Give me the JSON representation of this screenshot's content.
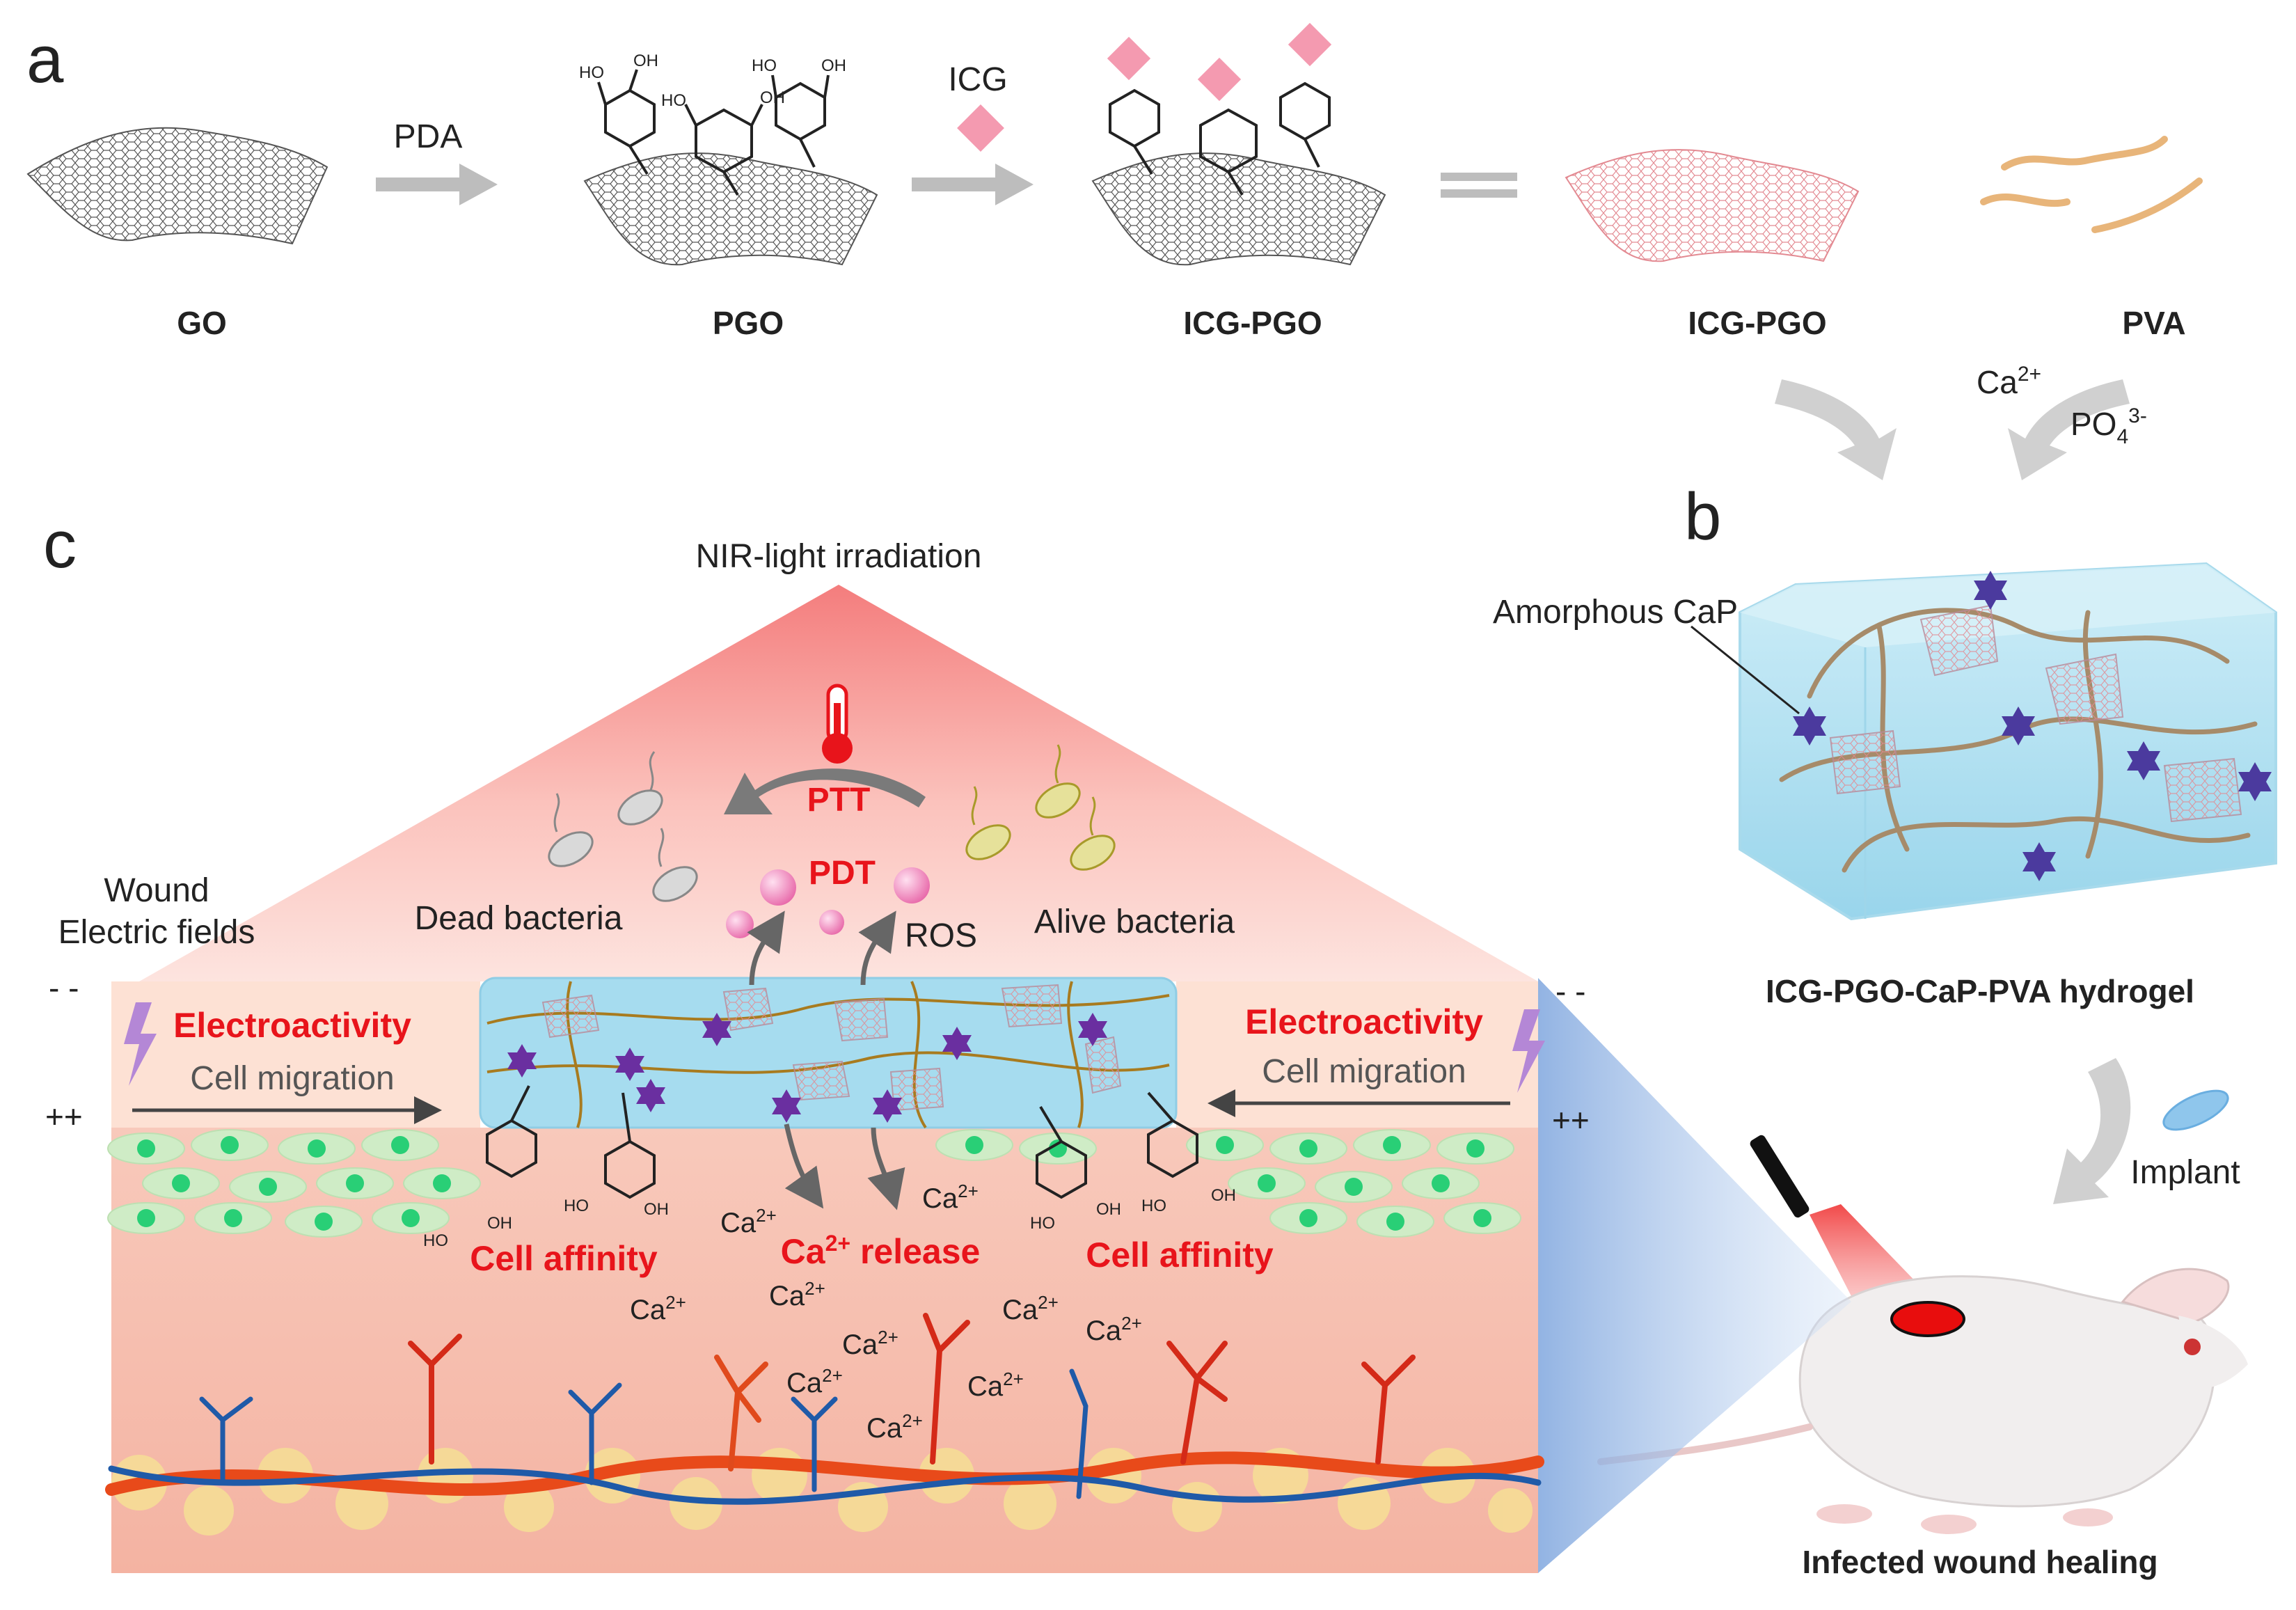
{
  "panels": {
    "a": "a",
    "b": "b",
    "c": "c"
  },
  "synthesis": {
    "go": "GO",
    "pda_label": "PDA",
    "pgo": "PGO",
    "icg_label": "ICG",
    "icg_pgo": "ICG-PGO",
    "icg_pgo_2": "ICG-PGO",
    "pva": "PVA",
    "ca_ion": "Ca",
    "ca_ion_sup": "2+",
    "phosphate": "PO",
    "phosphate_sub": "4",
    "phosphate_sup": "3-",
    "oh": "OH",
    "ho": "HO"
  },
  "hydrogel": {
    "amorphous_cap": "Amorphous CaP",
    "name": "ICG-PGO-CaP-PVA hydrogel",
    "implant": "Implant",
    "outcome": "Infected wound healing"
  },
  "mechanism": {
    "nir": "NIR-light irradiation",
    "ptt": "PTT",
    "pdt": "PDT",
    "ros": "ROS",
    "dead_bacteria": "Dead bacteria",
    "alive_bacteria": "Alive bacteria",
    "wound_fields_1": "Wound",
    "wound_fields_2": "Electric fields",
    "minus": "- -",
    "plus": "++",
    "electroactivity": "Electroactivity",
    "cell_migration": "Cell migration",
    "cell_affinity": "Cell affinity",
    "ca_release": "Ca",
    "ca_release_sup": "2+",
    "ca_release_tail": " release",
    "ca_ion": "Ca",
    "ca_sup": "2+"
  },
  "colors": {
    "accent_red": "#e8141b",
    "text_dark": "#222222",
    "arrow_gray": "#bdbdbd",
    "hydrogel_blue": "#a6dcef",
    "tissue_pink": "#f6c0b0",
    "vessel_red": "#d42a18",
    "vessel_blue": "#1f5aa8",
    "star_purple": "#5a2a9a",
    "cell_green": "#29cf76"
  },
  "icons": [
    "thermometer-icon",
    "lightning-icon",
    "laser-pointer-icon",
    "mouse-illustration"
  ]
}
